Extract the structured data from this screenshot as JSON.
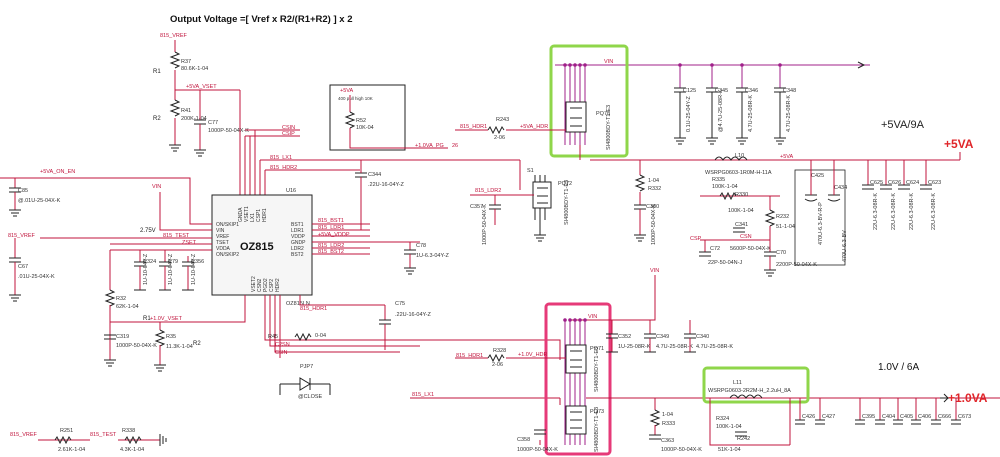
{
  "formula": "Output Voltage =[ Vref x R2/(R1+R2) ] x 2",
  "rails": {
    "v5": "+5VA",
    "v5_spec": "+5VA/9A",
    "v1": "+1.0VA",
    "v1_spec": "1.0V / 6A",
    "vin": "VIN",
    "plus5va": "+5VA",
    "out1": "+1.0VA_PG",
    "out1_num": "26"
  },
  "ic": {
    "name": "OZ815",
    "ref": "U16",
    "part": "OZ815LN",
    "left_pins": [
      "ON/SKIP1",
      "VIN",
      "VREF",
      "TSET",
      "VDDA",
      "ON/SKIP2"
    ],
    "right_pins": [
      "BST1",
      "LDR1",
      "VDDP",
      "GNDP",
      "LDR2",
      "BST2"
    ],
    "top_pins": [
      "GNDA",
      "VSET1",
      "LX1",
      "CSP1",
      "HDR1"
    ],
    "bot_pins": [
      "VSET2",
      "CSN2",
      "PGD2",
      "CSP2",
      "HDR2"
    ]
  },
  "labels": {
    "vref": "815_VREF",
    "v5va_vset": "+5VA_VSET",
    "csin": "CSIN",
    "csip": "CSIP",
    "lx1": "815_LX1",
    "hdr2": "815_HDR2",
    "bst1": "815_BST1",
    "ldr1": "815_LDR1",
    "vddp": "+5VA_VDDP",
    "ldr2": "815_LDR2",
    "bst2": "815_BST2",
    "on_en": "+5VA_ON_EN",
    "vref_l": "815_VREF",
    "v275": "2.75V",
    "test": "815_TEST",
    "zset": "ZSET",
    "v1_vset": "+1.0V_VSET",
    "hdr1": "815_HDR1",
    "c2sn": "C2SN",
    "csin2": "C5IN",
    "pgd": "815_LX1",
    "hdr2b": "815_HDR2",
    "hdr1b": "815_HDR1",
    "v1_hdr": "+1.0V_HDR",
    "ldr2b": "815_LDR2",
    "csp": "CSP",
    "csn": "CSN",
    "pull_note": "400 pull high 10K",
    "close": "@CLOSE",
    "v5va_hdr": "+5VA_HDR",
    "hdr1c": "815_HDR1",
    "vref_b": "815_VREF",
    "test_b": "815_TEST",
    "wide": "VIN"
  },
  "parts": {
    "r37": "R37",
    "r37v": "80.6K-1-04",
    "r1": "R1",
    "r41": "R41",
    "r41v": "200K-1-04",
    "r2": "R2",
    "c77": "C77",
    "c77v": "1000P-50-04X-K",
    "r52": "R52",
    "r52v": "10K-04",
    "c85": "C85",
    "c85v": "@.01U-25-04X-K",
    "c67": "C67",
    "c67v": ".01U-25-04X-K",
    "c324": "C324",
    "c324v": "1U-10-04Y-Z",
    "c79": "C79",
    "c79v": "1U-10-04Y-Z",
    "c356": "C356",
    "c356v": "1U-10-04Y-Z",
    "r32": "R32",
    "r32v": "62K-1-04",
    "r1b": "R1",
    "c319": "C319",
    "c319v": "1000P-50-04X-K",
    "r35": "R35",
    "r35v": "11.3K-1-04",
    "r2b": "R2",
    "c344": "C344",
    "c344v": ".22U-16-04Y-Z",
    "c78": "C78",
    "c78v": "1U-6.3-04Y-Z",
    "c75": "C75",
    "c75v": ".22U-16-04Y-Z",
    "r45": "R45",
    "r45v": "0-04",
    "pjp7": "PJP7",
    "r243": "R243",
    "r243v": "2-06",
    "pq70": "PQ70",
    "c125": "C125",
    "c345": "C345",
    "c346": "C346",
    "c348": "C348",
    "c125v": "0.1U-25-04Y-Z",
    "c345v": "@4.7U-25-08R-K",
    "c346v": "4.7U-25-08R-K",
    "c348v": "4.7U-25-08R-K",
    "s1": "S1",
    "pq72": "PQ72",
    "c357": "C357",
    "c357v": "1000P-50-04X-K",
    "r332": "R332",
    "r332v": "1-04",
    "c380": "C380",
    "c380v": "1000P-50-04X-K",
    "l10": "L10",
    "l10v": "WSRPG0603-1R0M-H-11A",
    "r335": "R335",
    "r335v": "100K-1-04",
    "r330": "R330",
    "r330v": "100K-1-04",
    "r232": "R232",
    "r232v": "51-1-04",
    "c341": "C341",
    "c341v": "5600P-50-04X-K",
    "c72": "C72",
    "c72v": "22P-50-04N-J",
    "c70": "C70",
    "c70v": "2200P-50-04X-K",
    "c425": "C425",
    "c425v": "470U-6.3-BV-R-P",
    "c434": "C434",
    "c434v": "470U-6.3-BV",
    "c625": "C625",
    "c626": "C626",
    "c624": "C624",
    "c623": "C623",
    "c625v": "22U-6.3-08R-K",
    "c626v": "22U-6.3-08R-K",
    "c624v": "22U-6.3-08R-K",
    "c623v": "22U-6.3-08R-K",
    "c352": "C352",
    "c349": "C349",
    "c340": "C340",
    "c352v": "1U-25-08R-K",
    "c349v": "4.7U-25-08R-K",
    "c340v": "4.7U-25-08R-K",
    "r328": "R328",
    "r328v": "2-06",
    "pq71": "PQ71",
    "pq73": "PQ73",
    "l11": "L11",
    "l11v": "WSRPG0603-2R2M-H_2.2uH_8A",
    "r324": "R324",
    "r324v": "100K-1-04",
    "r242": "R242",
    "r242v": "51K-1-04",
    "r333": "R333",
    "r333v": "1-04",
    "c358": "C358",
    "c358v": "1000P-50-04X-K",
    "c363": "C363",
    "c363v": "1000P-50-04X-K",
    "c426": "C426",
    "c427": "C427",
    "c395": "C395",
    "c404": "C404",
    "c405": "C405",
    "c406": "C406",
    "c666": "C666",
    "c673": "C673",
    "r251": "R251",
    "r251v": "2.61K-1-04",
    "r338": "R338",
    "r338v": "4.3K-1-04",
    "q1": "SI4800BDY-T1-E3",
    "q2": "SI4800BDY-T1-E3",
    "q3": "SI4800BDY-T1-E3",
    "q4": "SI4800BDY-T1-E3",
    "r2043": "2043",
    "c1r": "1-04"
  },
  "colors": {
    "wire": "#c0143c",
    "green_box": "#8fd64a",
    "red_box": "#e63a78",
    "rail_red": "#e0262a",
    "purple": "#a0208a"
  }
}
